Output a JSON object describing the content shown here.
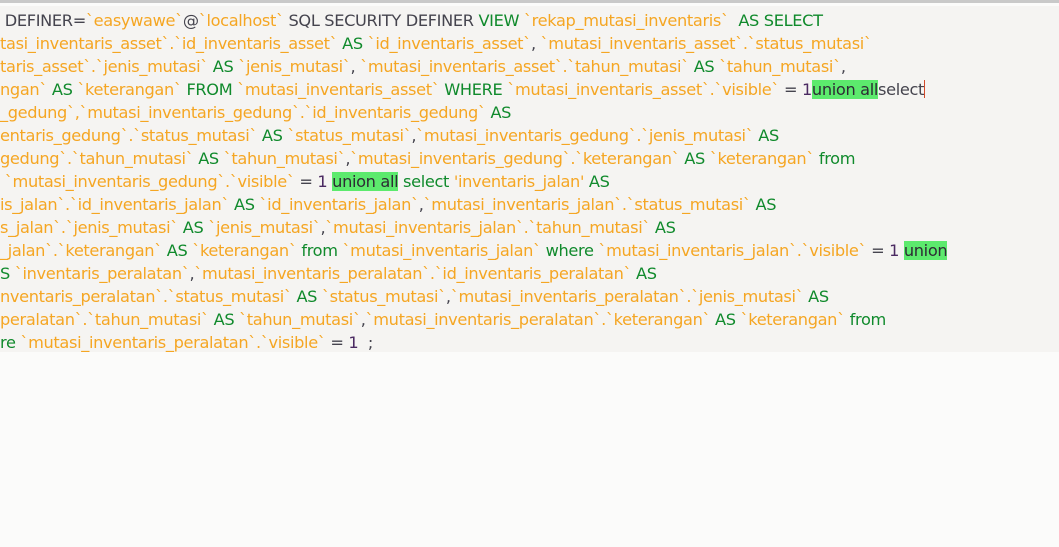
{
  "editor": {
    "language": "sql",
    "lines": [
      [
        {
          "t": "plain",
          "v": " DEFINER="
        },
        {
          "t": "str",
          "v": "`easywawe`"
        },
        {
          "t": "plain",
          "v": "@"
        },
        {
          "t": "str",
          "v": "`localhost`"
        },
        {
          "t": "plain",
          "v": " SQL SECURITY DEFINER "
        },
        {
          "t": "kw",
          "v": "VIEW"
        },
        {
          "t": "plain",
          "v": " "
        },
        {
          "t": "str",
          "v": "`rekap_mutasi_inventaris`"
        },
        {
          "t": "plain",
          "v": "  "
        },
        {
          "t": "kw",
          "v": "AS SELECT"
        }
      ],
      [
        {
          "t": "str",
          "v": "tasi_inventaris_asset`.`id_inventaris_asset`"
        },
        {
          "t": "plain",
          "v": " "
        },
        {
          "t": "kw",
          "v": "AS"
        },
        {
          "t": "plain",
          "v": " "
        },
        {
          "t": "str",
          "v": "`id_inventaris_asset`"
        },
        {
          "t": "plain",
          "v": ", "
        },
        {
          "t": "str",
          "v": "`mutasi_inventaris_asset`.`status_mutasi`"
        }
      ],
      [
        {
          "t": "str",
          "v": "taris_asset`.`jenis_mutasi`"
        },
        {
          "t": "plain",
          "v": " "
        },
        {
          "t": "kw",
          "v": "AS"
        },
        {
          "t": "plain",
          "v": " "
        },
        {
          "t": "str",
          "v": "`jenis_mutasi`"
        },
        {
          "t": "plain",
          "v": ", "
        },
        {
          "t": "str",
          "v": "`mutasi_inventaris_asset`.`tahun_mutasi`"
        },
        {
          "t": "plain",
          "v": " "
        },
        {
          "t": "kw",
          "v": "AS"
        },
        {
          "t": "plain",
          "v": " "
        },
        {
          "t": "str",
          "v": "`tahun_mutasi`"
        },
        {
          "t": "plain",
          "v": ","
        }
      ],
      [
        {
          "t": "str",
          "v": "ngan`"
        },
        {
          "t": "plain",
          "v": " "
        },
        {
          "t": "kw",
          "v": "AS"
        },
        {
          "t": "plain",
          "v": " "
        },
        {
          "t": "str",
          "v": "`keterangan`"
        },
        {
          "t": "plain",
          "v": " "
        },
        {
          "t": "kw",
          "v": "FROM"
        },
        {
          "t": "plain",
          "v": " "
        },
        {
          "t": "str",
          "v": "`mutasi_inventaris_asset`"
        },
        {
          "t": "plain",
          "v": " "
        },
        {
          "t": "kw",
          "v": "WHERE"
        },
        {
          "t": "plain",
          "v": " "
        },
        {
          "t": "str",
          "v": "`mutasi_inventaris_asset`.`visible`"
        },
        {
          "t": "plain",
          "v": " = "
        },
        {
          "t": "num",
          "v": "1"
        },
        {
          "t": "sel",
          "v": "union all"
        },
        {
          "t": "plain",
          "v": "select"
        },
        {
          "t": "caret",
          "v": ""
        }
      ],
      [
        {
          "t": "str",
          "v": "_gedung`,`mutasi_inventaris_gedung`.`id_inventaris_gedung`"
        },
        {
          "t": "plain",
          "v": " "
        },
        {
          "t": "kw",
          "v": "AS"
        }
      ],
      [
        {
          "t": "str",
          "v": "entaris_gedung`.`status_mutasi`"
        },
        {
          "t": "plain",
          "v": " "
        },
        {
          "t": "kw",
          "v": "AS"
        },
        {
          "t": "plain",
          "v": " "
        },
        {
          "t": "str",
          "v": "`status_mutasi`"
        },
        {
          "t": "plain",
          "v": ","
        },
        {
          "t": "str",
          "v": "`mutasi_inventaris_gedung`.`jenis_mutasi`"
        },
        {
          "t": "plain",
          "v": " "
        },
        {
          "t": "kw",
          "v": "AS"
        }
      ],
      [
        {
          "t": "str",
          "v": "gedung`.`tahun_mutasi`"
        },
        {
          "t": "plain",
          "v": " "
        },
        {
          "t": "kw",
          "v": "AS"
        },
        {
          "t": "plain",
          "v": " "
        },
        {
          "t": "str",
          "v": "`tahun_mutasi`"
        },
        {
          "t": "plain",
          "v": ","
        },
        {
          "t": "str",
          "v": "`mutasi_inventaris_gedung`.`keterangan`"
        },
        {
          "t": "plain",
          "v": " "
        },
        {
          "t": "kw",
          "v": "AS"
        },
        {
          "t": "plain",
          "v": " "
        },
        {
          "t": "str",
          "v": "`keterangan`"
        },
        {
          "t": "plain",
          "v": " "
        },
        {
          "t": "kw",
          "v": "from"
        }
      ],
      [
        {
          "t": "plain",
          "v": " "
        },
        {
          "t": "str",
          "v": "`mutasi_inventaris_gedung`.`visible`"
        },
        {
          "t": "plain",
          "v": " = "
        },
        {
          "t": "num",
          "v": "1"
        },
        {
          "t": "plain",
          "v": " "
        },
        {
          "t": "sel",
          "v": "union all"
        },
        {
          "t": "plain",
          "v": " "
        },
        {
          "t": "kw",
          "v": "select"
        },
        {
          "t": "plain",
          "v": " "
        },
        {
          "t": "str",
          "v": "'inventaris_jalan'"
        },
        {
          "t": "plain",
          "v": " "
        },
        {
          "t": "kw",
          "v": "AS"
        }
      ],
      [
        {
          "t": "str",
          "v": "is_jalan`.`id_inventaris_jalan`"
        },
        {
          "t": "plain",
          "v": " "
        },
        {
          "t": "kw",
          "v": "AS"
        },
        {
          "t": "plain",
          "v": " "
        },
        {
          "t": "str",
          "v": "`id_inventaris_jalan`"
        },
        {
          "t": "plain",
          "v": ","
        },
        {
          "t": "str",
          "v": "`mutasi_inventaris_jalan`.`status_mutasi`"
        },
        {
          "t": "plain",
          "v": " "
        },
        {
          "t": "kw",
          "v": "AS"
        }
      ],
      [
        {
          "t": "str",
          "v": "s_jalan`.`jenis_mutasi`"
        },
        {
          "t": "plain",
          "v": " "
        },
        {
          "t": "kw",
          "v": "AS"
        },
        {
          "t": "plain",
          "v": " "
        },
        {
          "t": "str",
          "v": "`jenis_mutasi`"
        },
        {
          "t": "plain",
          "v": ","
        },
        {
          "t": "str",
          "v": "`mutasi_inventaris_jalan`.`tahun_mutasi`"
        },
        {
          "t": "plain",
          "v": " "
        },
        {
          "t": "kw",
          "v": "AS"
        }
      ],
      [
        {
          "t": "str",
          "v": "_jalan`.`keterangan`"
        },
        {
          "t": "plain",
          "v": " "
        },
        {
          "t": "kw",
          "v": "AS"
        },
        {
          "t": "plain",
          "v": " "
        },
        {
          "t": "str",
          "v": "`keterangan`"
        },
        {
          "t": "plain",
          "v": " "
        },
        {
          "t": "kw",
          "v": "from"
        },
        {
          "t": "plain",
          "v": " "
        },
        {
          "t": "str",
          "v": "`mutasi_inventaris_jalan`"
        },
        {
          "t": "plain",
          "v": " "
        },
        {
          "t": "kw",
          "v": "where"
        },
        {
          "t": "plain",
          "v": " "
        },
        {
          "t": "str",
          "v": "`mutasi_inventaris_jalan`.`visible`"
        },
        {
          "t": "plain",
          "v": " = "
        },
        {
          "t": "num",
          "v": "1"
        },
        {
          "t": "plain",
          "v": " "
        },
        {
          "t": "sel",
          "v": "union"
        }
      ],
      [
        {
          "t": "kw",
          "v": "S"
        },
        {
          "t": "plain",
          "v": " "
        },
        {
          "t": "str",
          "v": "`inventaris_peralatan`"
        },
        {
          "t": "plain",
          "v": ","
        },
        {
          "t": "str",
          "v": "`mutasi_inventaris_peralatan`.`id_inventaris_peralatan`"
        },
        {
          "t": "plain",
          "v": " "
        },
        {
          "t": "kw",
          "v": "AS"
        }
      ],
      [
        {
          "t": "str",
          "v": "nventaris_peralatan`.`status_mutasi`"
        },
        {
          "t": "plain",
          "v": " "
        },
        {
          "t": "kw",
          "v": "AS"
        },
        {
          "t": "plain",
          "v": " "
        },
        {
          "t": "str",
          "v": "`status_mutasi`"
        },
        {
          "t": "plain",
          "v": ","
        },
        {
          "t": "str",
          "v": "`mutasi_inventaris_peralatan`.`jenis_mutasi`"
        },
        {
          "t": "plain",
          "v": " "
        },
        {
          "t": "kw",
          "v": "AS"
        }
      ],
      [
        {
          "t": "str",
          "v": "peralatan`.`tahun_mutasi`"
        },
        {
          "t": "plain",
          "v": " "
        },
        {
          "t": "kw",
          "v": "AS"
        },
        {
          "t": "plain",
          "v": " "
        },
        {
          "t": "str",
          "v": "`tahun_mutasi`"
        },
        {
          "t": "plain",
          "v": ","
        },
        {
          "t": "str",
          "v": "`mutasi_inventaris_peralatan`.`keterangan`"
        },
        {
          "t": "plain",
          "v": " "
        },
        {
          "t": "kw",
          "v": "AS"
        },
        {
          "t": "plain",
          "v": " "
        },
        {
          "t": "str",
          "v": "`keterangan`"
        },
        {
          "t": "plain",
          "v": " "
        },
        {
          "t": "kw",
          "v": "from"
        }
      ],
      [
        {
          "t": "kw",
          "v": "re"
        },
        {
          "t": "plain",
          "v": " "
        },
        {
          "t": "str",
          "v": "`mutasi_inventaris_peralatan`.`visible`"
        },
        {
          "t": "plain",
          "v": " = "
        },
        {
          "t": "num",
          "v": "1"
        },
        {
          "t": "plain",
          "v": "  ;"
        }
      ]
    ]
  },
  "colors": {
    "background": "#f5f4f2",
    "page_background": "#fbfbfa",
    "identifier_string": "#f5a623",
    "keyword": "#108a2c",
    "plain": "#45444e",
    "number": "#4b2a62",
    "match_highlight": "#5cea6d",
    "caret": "#d24a2a"
  }
}
